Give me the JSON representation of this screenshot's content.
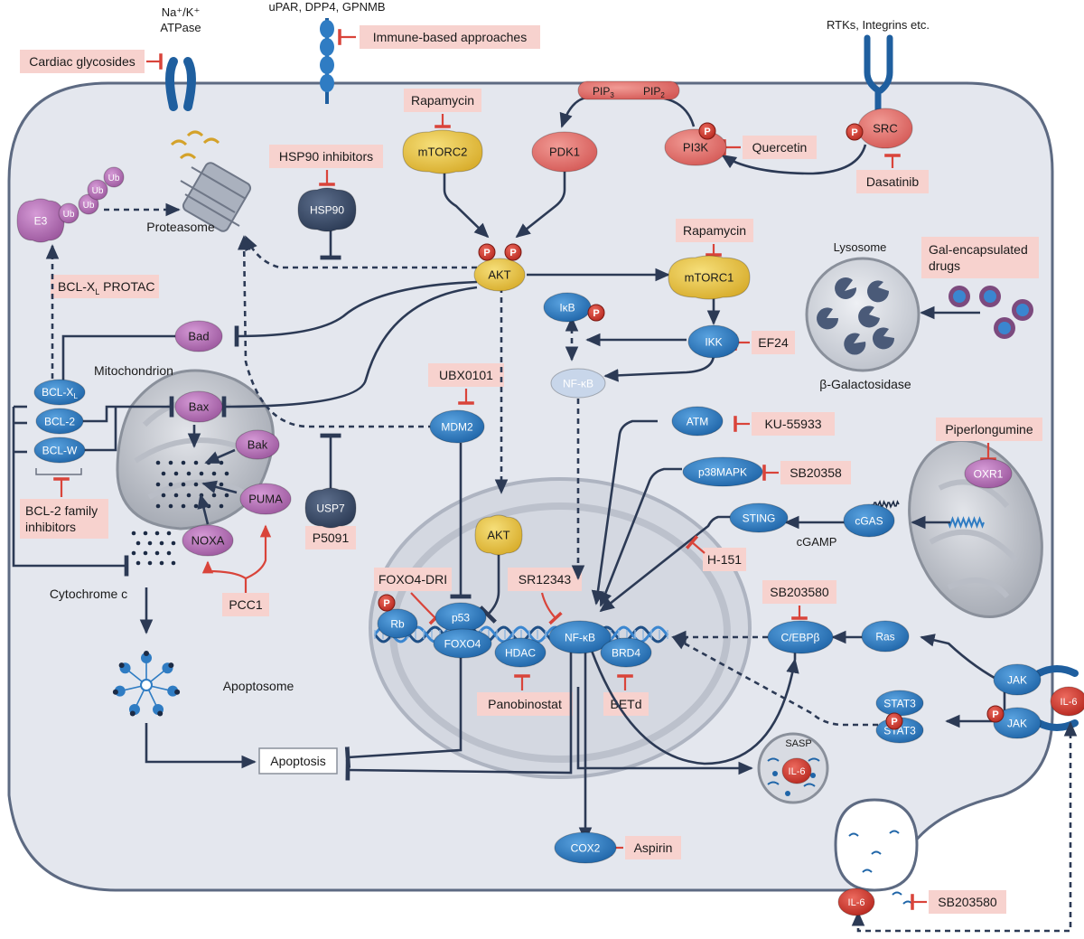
{
  "receptors": {
    "na_k": "Na⁺/K⁺",
    "atpase": "ATPase",
    "upar": "uPAR, DPP4, GPNMB",
    "rtks": "RTKs, Integrins etc.",
    "il6_receptor": "IL-6"
  },
  "drugs": {
    "cardiac_glycosides": "Cardiac glycosides",
    "immune": "Immune-based approaches",
    "rapamycin_mtorc2": "Rapamycin",
    "rapamycin_mtorc1": "Rapamycin",
    "hsp90_inhibitors": "HSP90 inhibitors",
    "quercetin": "Quercetin",
    "dasatinib": "Dasatinib",
    "gal_line1": "Gal-encapsulated",
    "gal_line2": "drugs",
    "ef24": "EF24",
    "protac_a": "BCL-X",
    "protac_sub": "L",
    "protac_b": " PROTAC",
    "ubx0101": "UBX0101",
    "ku55933": "KU-55933",
    "piperlongumine": "Piperlongumine",
    "sb20358": "SB20358",
    "h151": "H-151",
    "bcl2_inh_line1": "BCL-2 family",
    "bcl2_inh_line2": "inhibitors",
    "p5091": "P5091",
    "pcc1": "PCC1",
    "foxo4_dri": "FOXO4-DRI",
    "sr12343": "SR12343",
    "sb203580_top": "SB203580",
    "panobinostat": "Panobinostat",
    "betd": "BETd",
    "aspirin": "Aspirin",
    "sb203580_bottom": "SB203580"
  },
  "molecules": {
    "mtorc2": "mTORC2",
    "pdk1": "PDK1",
    "pi3k": "PI3K",
    "src": "SRC",
    "pip3": "PIP",
    "pip3_sub": "3",
    "pip2": "PIP",
    "pip2_sub": "2",
    "hsp90": "HSP90",
    "akt": "AKT",
    "akt_nuclear": "AKT",
    "mtorc1": "mTORC1",
    "ikb": "IκB",
    "ikk": "IKK",
    "nfkb_cyto": "NF-κB",
    "nfkb_dna": "NF-κB",
    "e3": "E3",
    "ub": "Ub",
    "bad": "Bad",
    "bax": "Bax",
    "bak": "Bak",
    "puma": "PUMA",
    "noxa": "NOXA",
    "bclxl": "BCL-X",
    "bclxl_sub": "L",
    "bcl2": "BCL-2",
    "bclw": "BCL-W",
    "mdm2": "MDM2",
    "usp7": "USP7",
    "atm": "ATM",
    "p38": "p38MAPK",
    "sting": "STING",
    "cgas": "cGAS",
    "oxr1": "OXR1",
    "rb": "Rb",
    "p53": "p53",
    "foxo4": "FOXO4",
    "hdac": "HDAC",
    "brd4": "BRD4",
    "cebpb": "C/EBPβ",
    "ras": "Ras",
    "jak_top": "JAK",
    "jak_bottom": "JAK",
    "stat3_top": "STAT3",
    "stat3_bottom": "STAT3",
    "cox2": "COX2",
    "il6_sasp": "IL-6",
    "il6_secreted": "IL-6",
    "phospho": "P"
  },
  "structures": {
    "proteasome": "Proteasome",
    "lysosome": "Lysosome",
    "beta_gal": "β-Galactosidase",
    "mitochondrion": "Mitochondrion",
    "cytochrome_c": "Cytochrome c",
    "apoptosome": "Apoptosome",
    "apoptosis": "Apoptosis",
    "cgamp": "cGAMP",
    "sasp": "SASP"
  },
  "colors": {
    "cell_fill": "#e4e7ee",
    "cell_stroke": "#5d6a82",
    "nucleus_fill": "#d4d8e1",
    "drug_box": "#f7d2ce",
    "inhibit": "#d9443a",
    "arrow": "#2c3a55",
    "blue": "#2f7cc3",
    "yellow": "#e8c84a",
    "pink": "#e17572",
    "purple": "#b56fb8",
    "navy": "#3e4f6b"
  }
}
